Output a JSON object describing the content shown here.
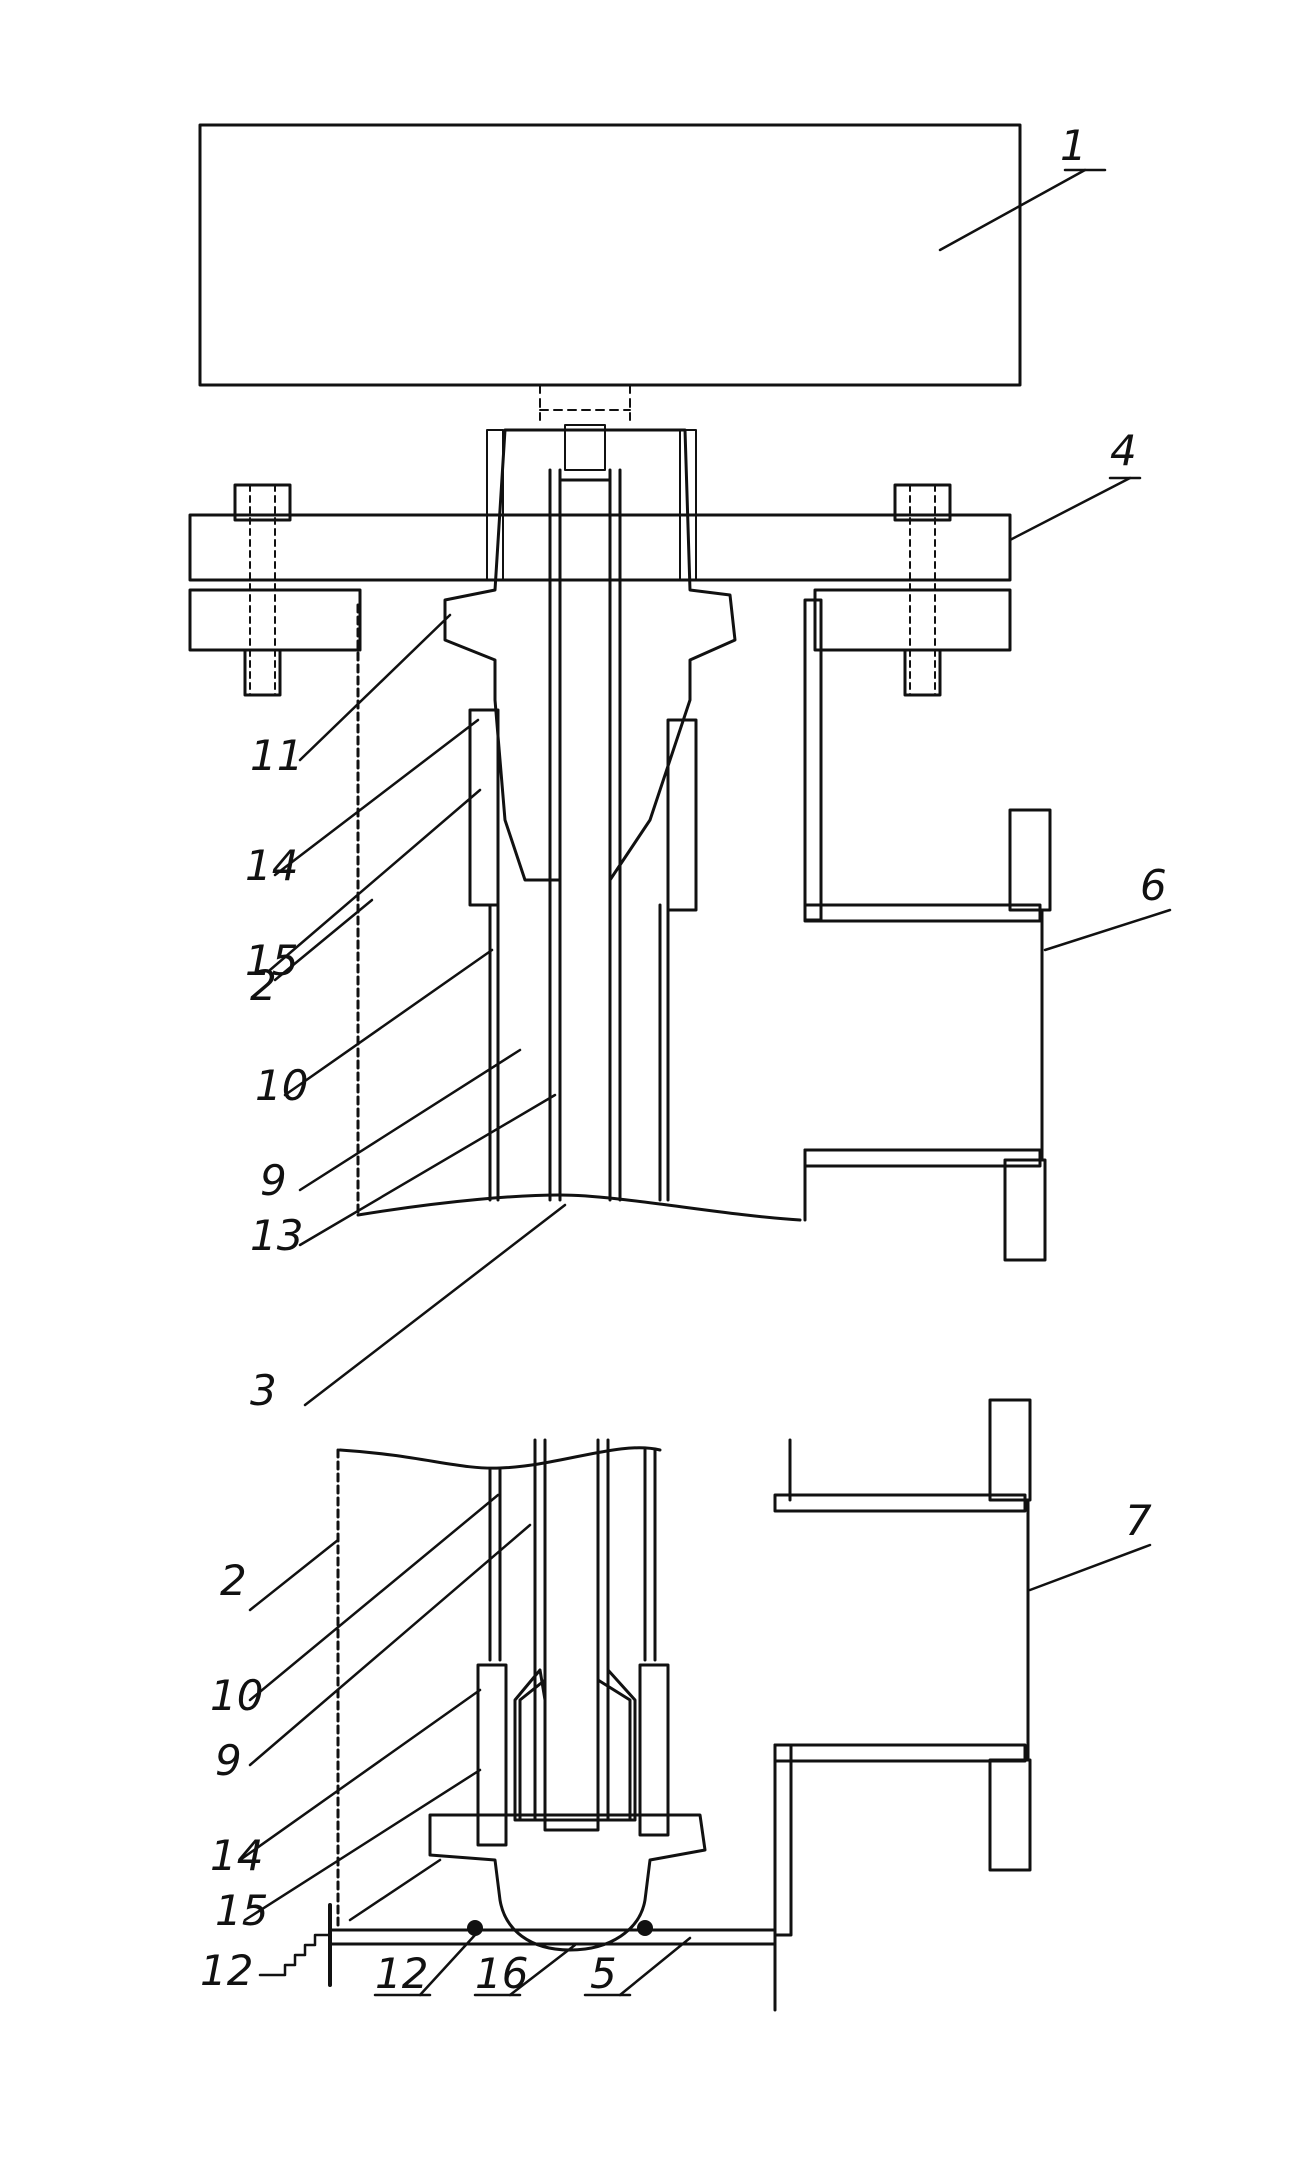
{
  "labels": {
    "l1": "1",
    "l4": "4",
    "l11": "11",
    "l14a": "14",
    "l15a": "15",
    "l2a": "2",
    "l6": "6",
    "l10a": "10",
    "l9a": "9",
    "l13": "13",
    "l3": "3",
    "l2b": "2",
    "l7": "7",
    "l10b": "10",
    "l9b": "9",
    "l14b": "14",
    "l15b": "15",
    "l12a": "12",
    "l12b": "12",
    "l16": "16",
    "l5": "5"
  }
}
